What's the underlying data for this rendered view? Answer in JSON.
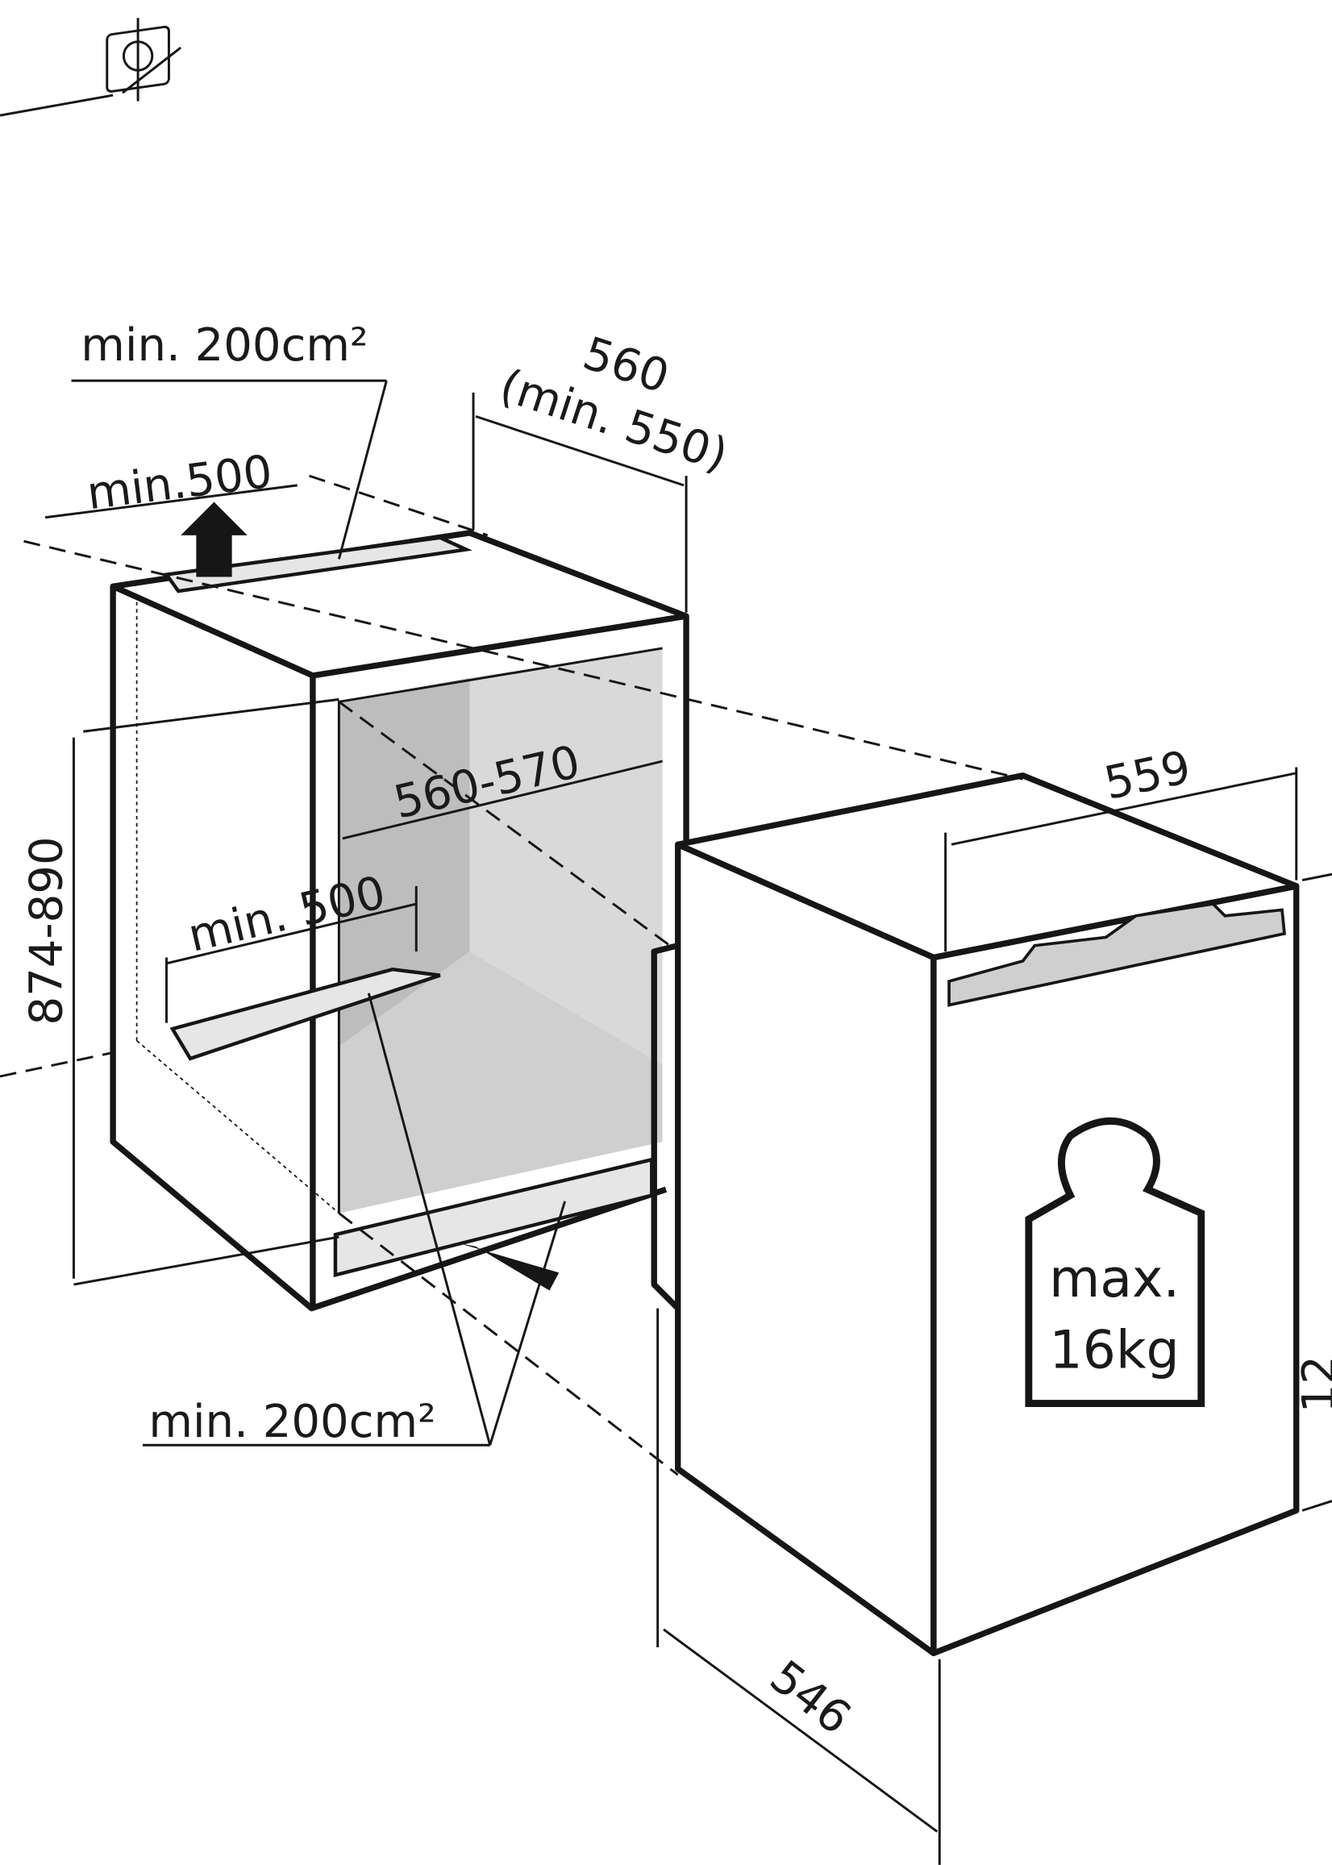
{
  "labels": {
    "top_vent_area": "min. 200cm²",
    "niche_depth": "560",
    "niche_depth_min": "(min. 550)",
    "top_clearance": "min.500",
    "niche_width": "560-570",
    "bottom_clearance": "min. 500",
    "niche_height": "874-890",
    "appliance_width": "559",
    "max_load_line1": "max.",
    "max_load_line2": "16kg",
    "bottom_vent_area": "min. 200cm²",
    "appliance_depth": "546",
    "appliance_height_partial": "12"
  },
  "colors": {
    "line": "#161616",
    "inner_back": "#d9d9d9",
    "inner_side": "#bdbdbd",
    "floor": "#cfcfcf"
  }
}
